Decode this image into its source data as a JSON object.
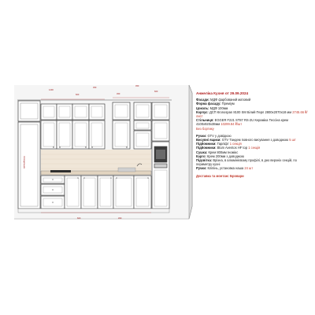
{
  "spec": {
    "title": "Анжеліка Кухня от 29.09.2024",
    "lines": [
      {
        "label": "Фасади: ",
        "value": "МДФ фарбований матовий"
      },
      {
        "label": "Форма фасаду: ",
        "value": "Преміум"
      },
      {
        "label": "Цоколь: ",
        "value": "МДФ 100мм"
      },
      {
        "label": "Корпус: ",
        "value": "ДСП Кronospan 8100 SM Білий Перл 2800х2070х18 мм",
        "accent": "2745.66 ₴/лист"
      },
      {
        "label": "Стільниця: ",
        "value": "EGGER F221 ST87 RS-2U Кераміка Тессіна крем 4100х920х38мм",
        "accent": "10299.84 ₴/шт"
      },
      {
        "label": "",
        "value": "Без бортику",
        "red": true
      }
    ],
    "lines2": [
      {
        "label": "Ручки: ",
        "value": "GTV у довідкою"
      },
      {
        "label": "Висувні ящики: ",
        "value": "GTV Тандем повного висування з доводжою",
        "accent": "5 шт"
      },
      {
        "label": "Підйомники: ",
        "value": "Гарліфт",
        "accent": "1 секція"
      },
      {
        "label": "Підйомники: ",
        "value": "Blum Aventos HF top",
        "accent": "1 секція"
      },
      {
        "label": "Сушка: ",
        "value": "Крем 800мм Іномікс"
      },
      {
        "label": "Карго: ",
        "value": "Крем 200мм з доводжою"
      },
      {
        "label": "Підсвітка: ",
        "value": "Врізна, в алюмінієвому профілі, в дно верхніх секцій, по периметру кухні"
      },
      {
        "label": "Ручки: ",
        "value": "Кліпінь, установка наша",
        "accent": "24 шт"
      }
    ],
    "delivery": "Доставка та монтаж: Бровари"
  },
  "drawing": {
    "label_fridge": "Холодильник",
    "dims": [
      "1200",
      "600",
      "450",
      "450",
      "450",
      "600",
      "600",
      "450"
    ]
  },
  "colors": {
    "line": "#4a4a4a",
    "wall": "#e9e9e9",
    "counter": "#e8dccb",
    "backsplash": "#f0e6d8",
    "dim": "#b03030",
    "fill": "#ffffff"
  }
}
